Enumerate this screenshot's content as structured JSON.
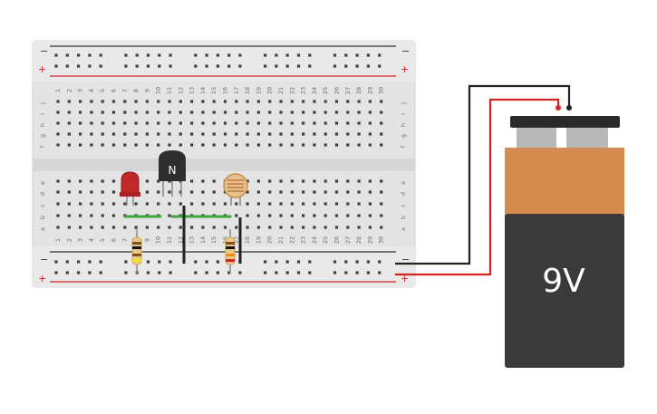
{
  "breadboard": {
    "rail_top_minus": "−",
    "rail_top_plus": "+",
    "rail_bottom_minus": "−",
    "rail_bottom_plus": "+",
    "row_labels_upper": [
      "j",
      "i",
      "h",
      "g",
      "f"
    ],
    "row_labels_lower": [
      "e",
      "d",
      "c",
      "b",
      "a"
    ],
    "column_numbers": [
      "1",
      "2",
      "3",
      "4",
      "5",
      "6",
      "7",
      "8",
      "9",
      "10",
      "11",
      "12",
      "13",
      "14",
      "15",
      "16",
      "17",
      "18",
      "19",
      "20",
      "21",
      "22",
      "23",
      "24",
      "25",
      "26",
      "27",
      "28",
      "29",
      "30"
    ]
  },
  "components": {
    "transistor_label": "N",
    "led_color": "#c0282a",
    "resistor_body_color": "#e8c98a",
    "photoresistor_color": "#e8c28a"
  },
  "battery": {
    "label": "9V",
    "top_color": "#d58c4e",
    "bottom_color": "#3a3a3a"
  },
  "wires": {
    "red": "#d42323",
    "black": "#222222",
    "green": "#3ea83a"
  }
}
